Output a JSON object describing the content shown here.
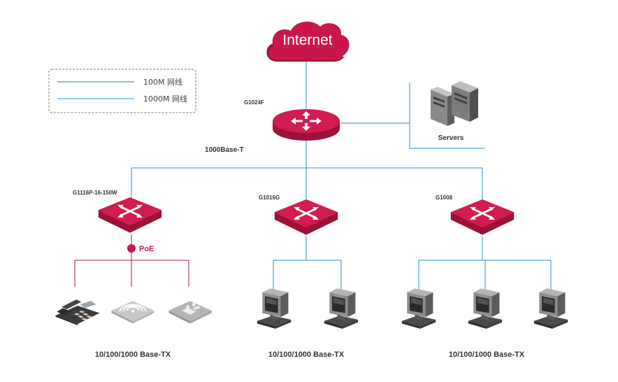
{
  "colors": {
    "accent": "#c8174b",
    "line_1000m": "#2b8fc6",
    "line_100m": "#a41e4e",
    "legend_100m": "#1f8a4c"
  },
  "legend": {
    "item_100m": "100M 网线",
    "item_1000m": "1000M 网线"
  },
  "internet": {
    "label": "Internet",
    "icon": "cloud-icon"
  },
  "core": {
    "model": "G1024F",
    "uplink_label": "1000Base-T",
    "icon": "router-icon"
  },
  "servers": {
    "label": "Servers",
    "icon": "server-icon"
  },
  "access": [
    {
      "model": "G1116P-16-150W",
      "poe_label": "PoE",
      "port_label": "10/100/1000 Base-TX",
      "devices": [
        "ip-phone",
        "wireless-ap",
        "ip-camera"
      ]
    },
    {
      "model": "G1016G",
      "port_label": "10/100/1000 Base-TX",
      "devices": [
        "computer",
        "computer"
      ]
    },
    {
      "model": "G1008",
      "port_label": "10/100/1000 Base-TX",
      "devices": [
        "computer",
        "computer",
        "computer"
      ]
    }
  ]
}
